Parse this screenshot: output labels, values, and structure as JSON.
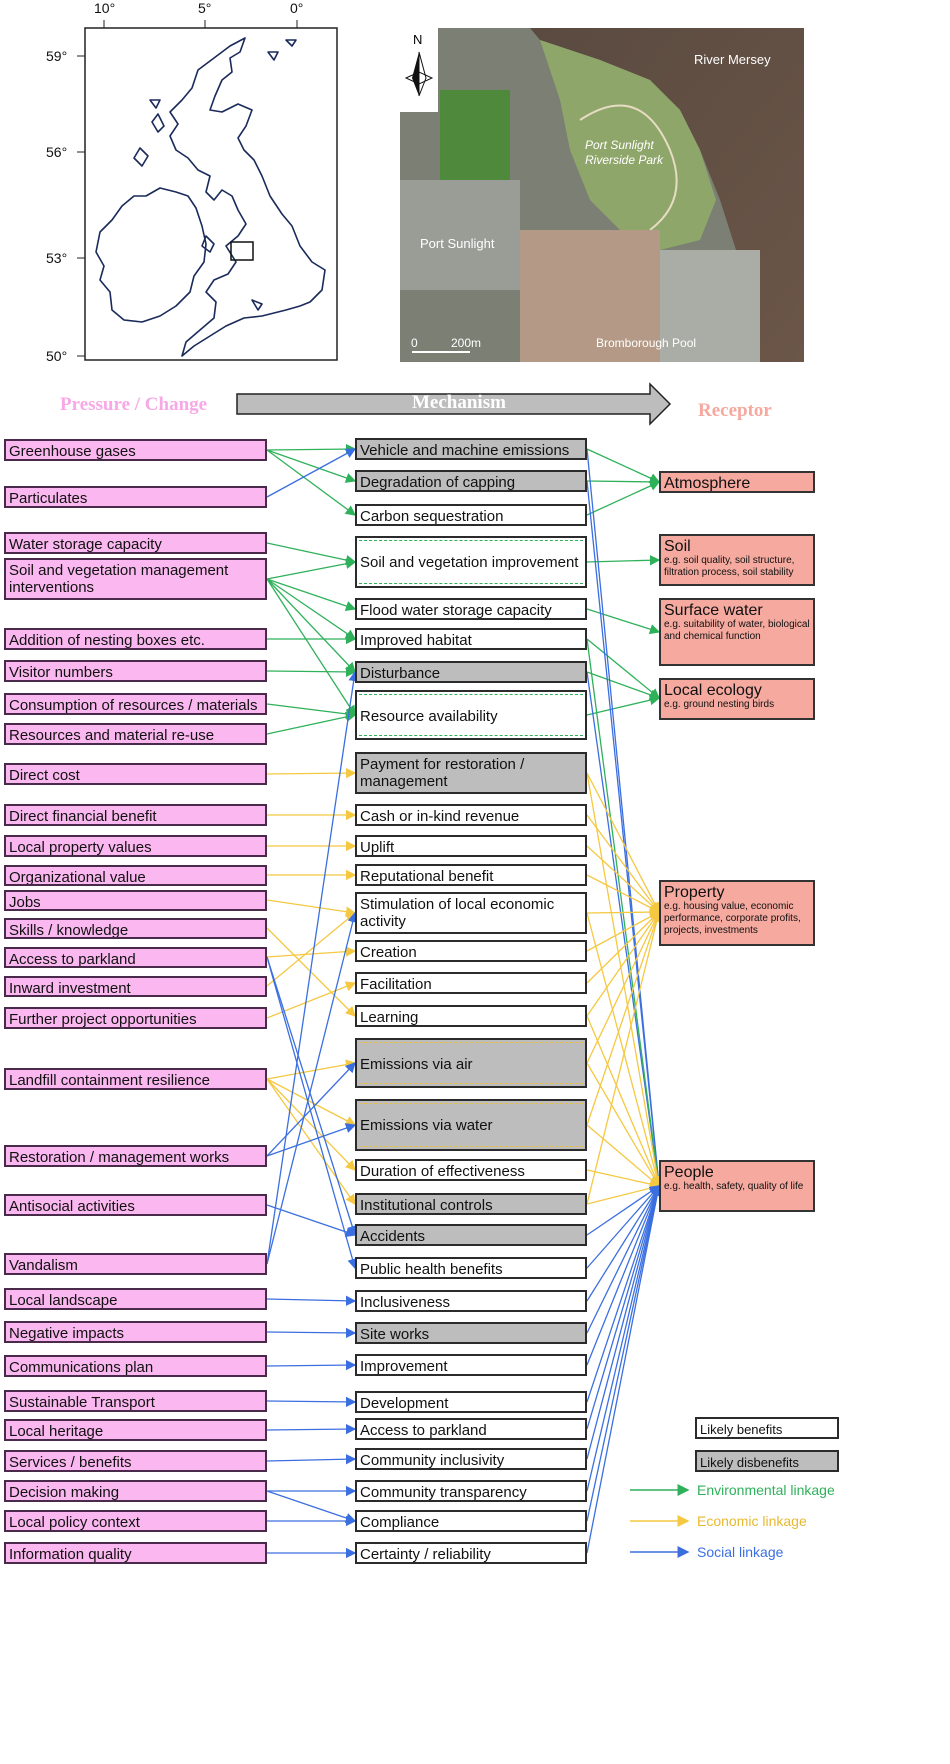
{
  "headers": {
    "pressure": "Pressure / Change",
    "mechanism": "Mechanism",
    "receptor": "Receptor"
  },
  "uk_map": {
    "lon_labels": [
      "10°",
      "5°",
      "0°"
    ],
    "lat_labels": [
      "59°",
      "56°",
      "53°",
      "50°"
    ]
  },
  "aerial": {
    "north": "N",
    "labels": {
      "river": "River Mersey",
      "park": "Port Sunlight Riverside Park",
      "town": "Port Sunlight",
      "pool": "Bromborough Pool"
    },
    "scale_zero": "0",
    "scale_end": "200m"
  },
  "pressures": [
    "Greenhouse gases",
    "Particulates",
    "Water storage capacity",
    "Soil and vegetation management interventions",
    "Addition of nesting boxes etc.",
    "Visitor numbers",
    "Consumption of resources / materials",
    "Resources and material re-use",
    "Direct cost",
    "Direct financial benefit",
    "Local property values",
    "Organizational value",
    "Jobs",
    "Skills / knowledge",
    "Access to parkland",
    "Inward investment",
    "Further project opportunities",
    "Landfill containment resilience",
    "Restoration / management works",
    "Antisocial activities",
    "Vandalism",
    "Local landscape",
    "Negative impacts",
    "Communications plan",
    "Sustainable Transport",
    "Local heritage",
    "Services / benefits",
    "Decision making",
    "Local policy context",
    "Information quality"
  ],
  "mechanisms": [
    "Vehicle and machine emissions",
    "Degradation of capping",
    "Carbon sequestration",
    "Soil and vegetation improvement",
    "Flood water storage capacity",
    "Improved habitat",
    "Disturbance",
    "Resource availability",
    "Payment for restoration / management",
    "Cash or in-kind revenue",
    "Uplift",
    "Reputational benefit",
    "Stimulation of local economic activity",
    "Creation",
    "Facilitation",
    "Learning",
    "Emissions via air",
    "Emissions via water",
    "Duration of effectiveness",
    "Institutional controls",
    "Accidents",
    "Public health benefits",
    "Inclusiveness",
    "Site works",
    "Improvement",
    "Development",
    "Access to parkland",
    "Community inclusivity",
    "Community transparency",
    "Compliance",
    "Certainty / reliability"
  ],
  "receptors": [
    {
      "name": "Atmosphere",
      "sub": ""
    },
    {
      "name": "Soil",
      "sub": "e.g. soil quality, soil structure, filtration process, soil stability"
    },
    {
      "name": "Surface water",
      "sub": "e.g. suitability of water, biological and chemical function"
    },
    {
      "name": "Local ecology",
      "sub": "e.g. ground nesting birds"
    },
    {
      "name": "Property",
      "sub": "e.g. housing value, economic performance, corporate profits, projects, investments"
    },
    {
      "name": "People",
      "sub": "e.g. health, safety, quality of life"
    }
  ],
  "legend": {
    "benefit": "Likely benefits",
    "disbenefit": "Likely disbenefits",
    "env": "Environmental linkage",
    "econ": "Economic linkage",
    "social": "Social linkage"
  },
  "colors": {
    "env": "#2fb15a",
    "econ": "#f5c842",
    "social": "#3b6fe0",
    "pressure": "#fbb8f0",
    "receptor": "#f5a99f",
    "disbenefit": "#bdbdbd"
  }
}
